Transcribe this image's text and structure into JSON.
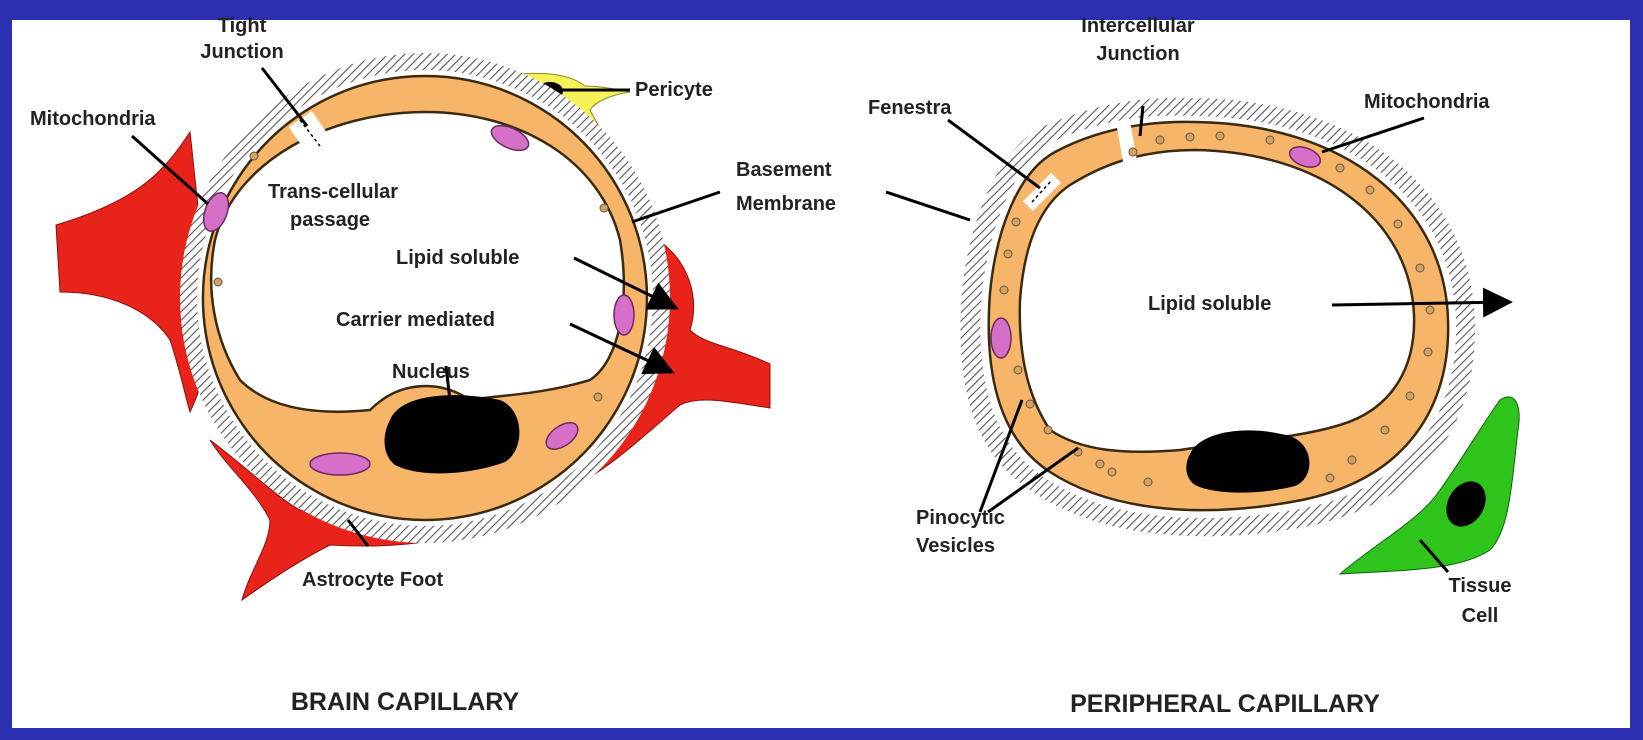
{
  "colors": {
    "frame": "#2a2fb0",
    "panel": "#ffffff",
    "endothelium": "#f7b56a",
    "mitochondria": "#d66fc8",
    "nucleus": "#000000",
    "astrocyte": "#e8231a",
    "pericyte": "#f5f25a",
    "tissue_cell": "#2ec41c",
    "basement_hatch": "#555555"
  },
  "brain": {
    "title": "BRAIN CAPILLARY",
    "labels": {
      "tight_junction_1": "Tight",
      "tight_junction_2": "Junction",
      "pericyte": "Pericyte",
      "mitochondria": "Mitochondria",
      "transcellular_1": "Trans-cellular",
      "transcellular_2": "passage",
      "basement_1": "Basement",
      "basement_2": "Membrane",
      "lipid_soluble": "Lipid soluble",
      "carrier_mediated": "Carrier mediated",
      "nucleus": "Nucleus",
      "astrocyte_foot": "Astrocyte Foot"
    }
  },
  "peripheral": {
    "title": "PERIPHERAL CAPILLARY",
    "labels": {
      "intercellular_1": "Intercellular",
      "intercellular_2": "Junction",
      "fenestra": "Fenestra",
      "mitochondria": "Mitochondria",
      "lipid_soluble": "Lipid soluble",
      "pinocytic_1": "Pinocytic",
      "pinocytic_2": "Vesicles",
      "tissue_1": "Tissue",
      "tissue_2": "Cell"
    }
  }
}
